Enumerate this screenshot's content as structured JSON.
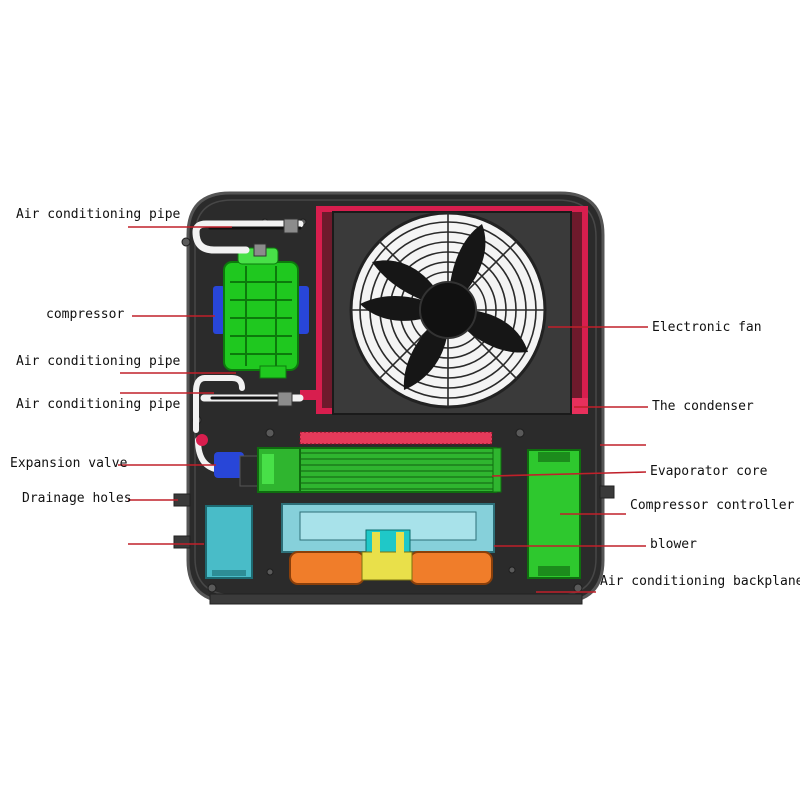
{
  "colors": {
    "leader": "#c0202a",
    "backplane": "#2d2d2d",
    "compressor": "#1fc81f",
    "evaporator": "#37c837",
    "controller": "#2ec82e",
    "condenser_frame": "#d81e4e",
    "blower": "#86d0da",
    "blower_motor": "#f07d2a",
    "tank": "#49bcc8",
    "clamp": "#2846d8"
  },
  "labels": {
    "pipe_top": "Air conditioning pipe",
    "compressor": "compressor",
    "pipe_mid_1": "Air conditioning pipe",
    "pipe_mid_2": "Air conditioning pipe",
    "expansion_valve": "Expansion valve",
    "drainage_holes": "Drainage holes",
    "electronic_fan": "Electronic fan",
    "condenser": "The condenser",
    "evaporator_core": "Evaporator core",
    "compressor_controller": "Compressor controller",
    "blower": "blower",
    "backplane": "Air conditioning backplane"
  }
}
